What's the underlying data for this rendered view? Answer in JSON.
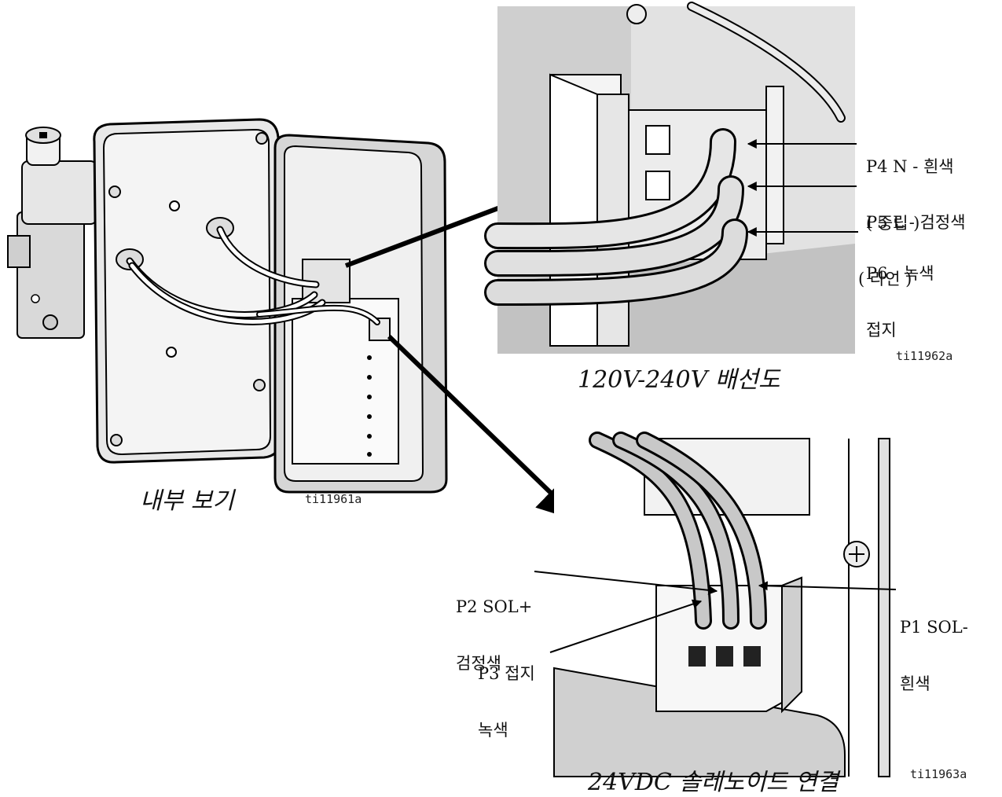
{
  "captions": {
    "interior_view": "내부 보기",
    "wiring_120_240": "120V-240V 배선도",
    "solenoid_24vdc": "24VDC 솔레노이드 연결"
  },
  "figure_ids": {
    "interior": "ti11961a",
    "wiring": "ti11962a",
    "solenoid": "ti11963a"
  },
  "terminals_120_240": [
    {
      "line1": "P4 N - 흰색",
      "line2": "( 중립 )"
    },
    {
      "line1": "P5 L - 검정색",
      "line2": "( 라인 )"
    },
    {
      "line1": "P6 - 녹색",
      "line2": "접지"
    }
  ],
  "terminals_24vdc": [
    {
      "line1": "P2 SOL+",
      "line2": "검정색"
    },
    {
      "line1": "P1 SOL-",
      "line2": "흰색"
    },
    {
      "line1": "P3 접지",
      "line2": "녹색"
    }
  ]
}
